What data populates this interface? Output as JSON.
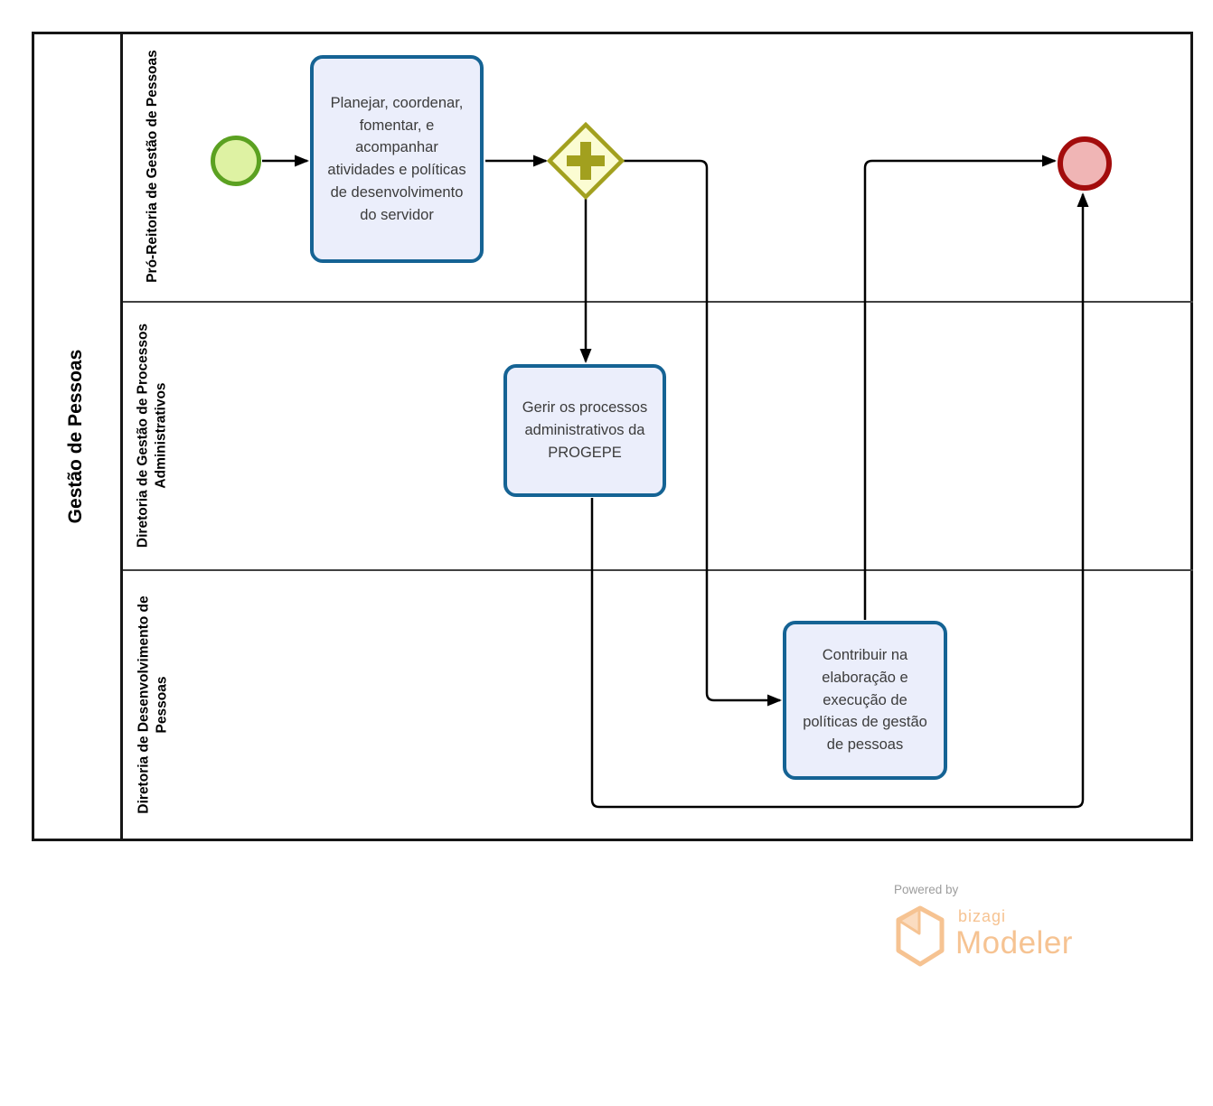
{
  "diagram": {
    "type": "bpmn-process",
    "pool": {
      "label": "Gestão de Pessoas",
      "lanes": [
        {
          "label": "Pró-Reitoria de Gestão de Pessoas"
        },
        {
          "label": "Diretoria de Gestão de Processos Administrativos"
        },
        {
          "label": "Diretoria de Desenvolvimento de Pessoas"
        }
      ]
    },
    "nodes": {
      "start_event": {
        "type": "start-event",
        "lane": 0
      },
      "task_planejar": {
        "type": "task",
        "lane": 0,
        "label": "Planejar, coordenar, fomentar, e acompanhar atividades e políticas de desenvolvimento do servidor"
      },
      "parallel_gateway": {
        "type": "parallel-gateway",
        "lane": 0,
        "symbol": "+"
      },
      "task_gerir": {
        "type": "task",
        "lane": 1,
        "label": "Gerir os processos administrativos da PROGEPE"
      },
      "task_contribuir": {
        "type": "task",
        "lane": 2,
        "label": "Contribuir na elaboração e execução de políticas de gestão de pessoas"
      },
      "end_event": {
        "type": "end-event",
        "lane": 0
      }
    },
    "flows": [
      {
        "from": "start_event",
        "to": "task_planejar"
      },
      {
        "from": "task_planejar",
        "to": "parallel_gateway"
      },
      {
        "from": "parallel_gateway",
        "to": "task_gerir"
      },
      {
        "from": "parallel_gateway",
        "to": "task_contribuir"
      },
      {
        "from": "task_gerir",
        "to": "end_event"
      },
      {
        "from": "task_contribuir",
        "to": "end_event"
      }
    ],
    "colors": {
      "task_fill": "#ebeefb",
      "task_stroke": "#156394",
      "start_fill": "#def2a3",
      "start_stroke": "#5ba121",
      "end_fill": "#f0b5b5",
      "end_stroke": "#a30c0c",
      "gateway_fill": "#fbfcd2",
      "gateway_stroke": "#a2a01e",
      "flow_stroke": "#000000",
      "lane_divider": "#414141",
      "pool_border": "#161616"
    }
  },
  "branding": {
    "powered_by": "Powered by",
    "brand": "bizagi",
    "product": "Modeler",
    "brand_color": "#f6c392",
    "powered_by_color": "#9d9d9d"
  }
}
